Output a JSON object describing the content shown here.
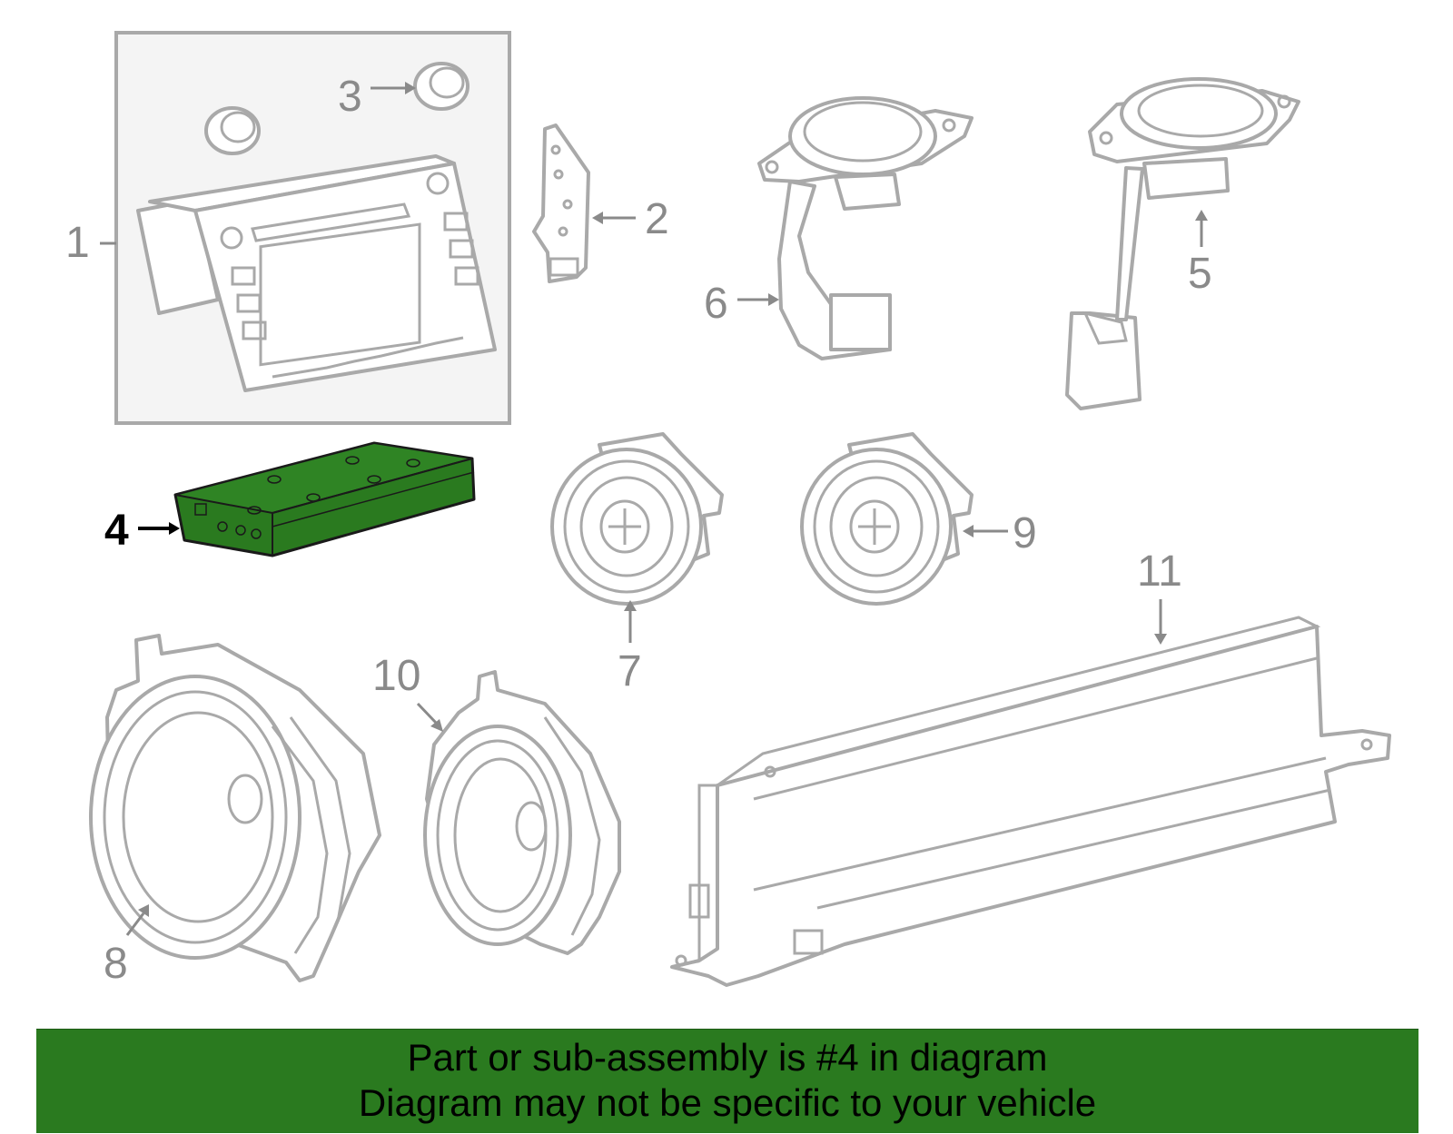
{
  "callouts": {
    "c1": "1",
    "c2": "2",
    "c3": "3",
    "c4": "4",
    "c5": "5",
    "c6": "6",
    "c7": "7",
    "c8": "8",
    "c9": "9",
    "c10": "10",
    "c11": "11"
  },
  "highlight_callout": "4",
  "colors": {
    "highlight_fill": "#2a7a1f",
    "part_stroke": "#a9a9a9",
    "assembly_box_bg": "#f4f4f4",
    "banner_bg": "#2a7a1f"
  },
  "banner": {
    "line1": "Part or sub-assembly is #4 in diagram",
    "line2": "Diagram may not be specific to your vehicle"
  }
}
